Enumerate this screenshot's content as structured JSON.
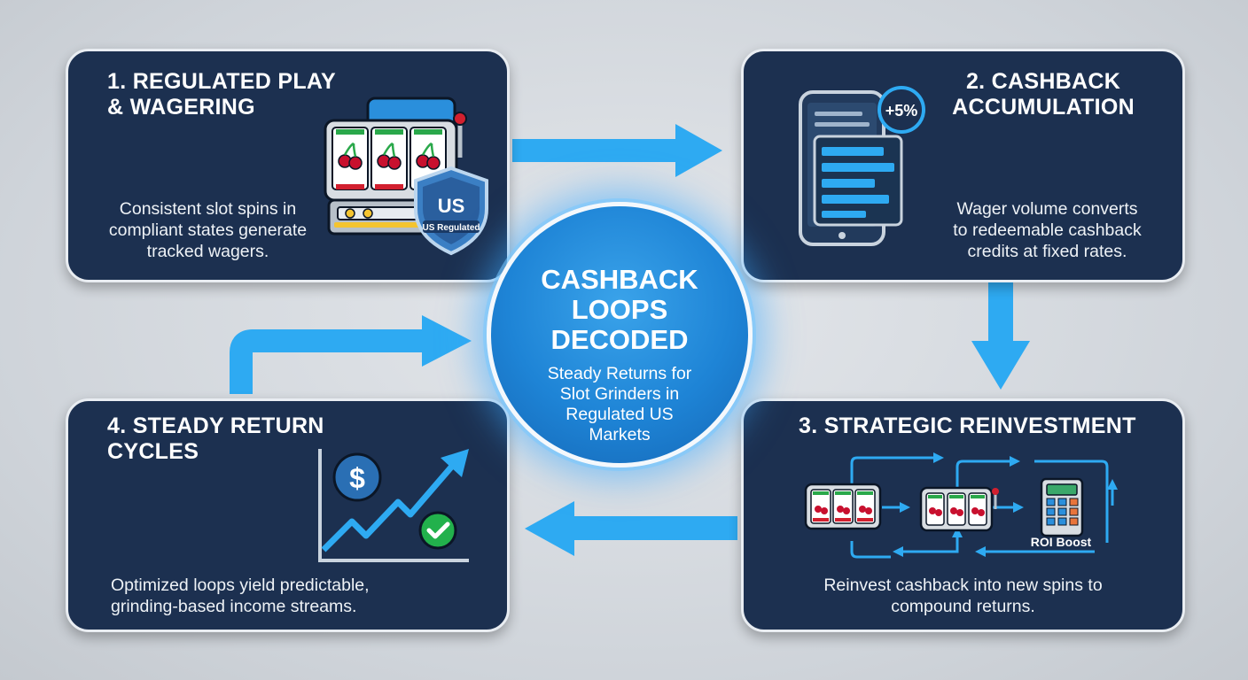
{
  "center": {
    "title_lines": [
      "CASHBACK",
      "LOOPS",
      "DECODED"
    ],
    "subtitle_lines": [
      "Steady Returns for",
      "Slot Grinders in",
      "Regulated US",
      "Markets"
    ]
  },
  "steps": [
    {
      "title_lines": [
        "1. REGULATED PLAY",
        "& WAGERING"
      ],
      "desc_lines": [
        "Consistent slot spins in",
        "compliant states generate",
        "tracked wagers."
      ],
      "badge_big": "US",
      "badge_small": "US Regulated",
      "icon": "slot-machine-with-shield-icon"
    },
    {
      "title_lines": [
        "2. CASHBACK",
        "ACCUMULATION"
      ],
      "desc_lines": [
        "Wager volume converts",
        "to redeemable cashback",
        "credits at fixed rates."
      ],
      "badge": "+5%",
      "icon": "phone-dashboard-icon"
    },
    {
      "title_lines": [
        "3. STRATEGIC REINVESTMENT"
      ],
      "desc_lines": [
        "Reinvest cashback into new spins to",
        "compound returns."
      ],
      "roi_label": "ROI Boost",
      "icon": "reinvestment-loop-icon"
    },
    {
      "title_lines": [
        "4. STEADY RETURN",
        "CYCLES"
      ],
      "desc_lines": [
        "Optimized loops yield predictable,",
        "grinding-based income streams."
      ],
      "icon": "growth-chart-icon",
      "dollar_symbol": "$"
    }
  ],
  "colors": {
    "card_bg": "#1c3050",
    "arrow": "#2eaaf2",
    "hub": "#1e84d6",
    "cherry": "#c8102e",
    "check": "#22b14c"
  }
}
